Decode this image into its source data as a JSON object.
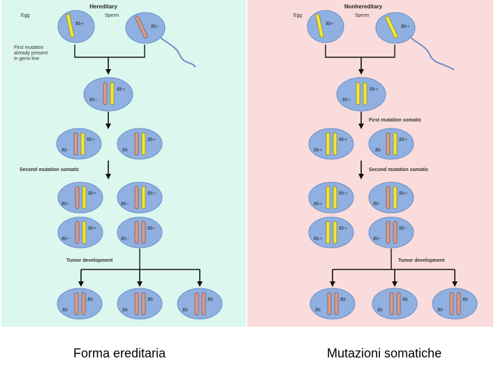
{
  "left": {
    "title": "Hereditary",
    "egg": "Egg",
    "sperm": "Sperm",
    "egg_rb": "Rb+",
    "sperm_rb": "Rb−",
    "note_lines": [
      "First mutation",
      "already present",
      "in germ line"
    ],
    "zygote_rb_top": "Rb+",
    "zygote_rb_bottom": "Rb−",
    "row2": {
      "rb_top": "Rb+",
      "rb_bottom": "Rb"
    },
    "second_mutation": "Second mutation somatic",
    "row3": {
      "rb_top": "Rb+",
      "rb_bottom": "Rb−"
    },
    "row4": {
      "rb_top": "Rb+",
      "rb_bottom": "Rb−"
    },
    "tumor": "Tumor development",
    "row5": {
      "rb_top": "Rb",
      "rb_bottom": "Rb"
    },
    "caption": "Forma ereditaria"
  },
  "right": {
    "title": "Nonhereditary",
    "egg": "Egg",
    "sperm": "Sperm",
    "egg_rb": "Rb+",
    "sperm_rb": "Rb+",
    "zygote_rb_top": "Rb+",
    "zygote_rb_bottom": "Rb+",
    "first_mutation": "First mutation somatic",
    "row2": {
      "rb_top": "Rb+",
      "rb_bottom": "Rb+",
      "rb_bottom_b": "Rb"
    },
    "second_mutation": "Second mutation somatic",
    "row3": {
      "rb_top": "Rb+",
      "rb_bottom": "Rb+",
      "rb_bottom_b": "Rb−"
    },
    "row4": {
      "rb_top": "Rb+",
      "rb_bottom": "Rb+",
      "rb_top_b": "Rb−",
      "rb_bottom_b": "Rb−"
    },
    "tumor": "Tumor development",
    "row5": {
      "rb_top": "Rb",
      "rb_bottom": "Rb"
    },
    "caption": "Mutazioni somatiche"
  },
  "colors": {
    "left_bg": "#dcf7ee",
    "right_bg": "#fadcdc",
    "cell": "#8fb0e0",
    "normal_allele": "#f2e63a",
    "mutant_allele": "#d99b8c"
  }
}
